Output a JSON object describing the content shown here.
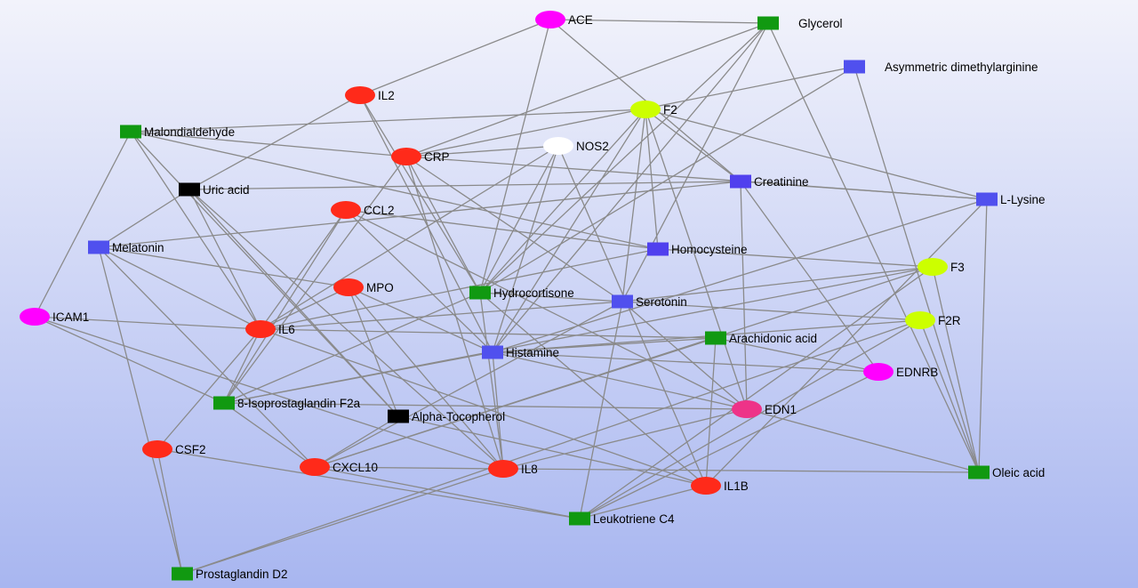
{
  "network": {
    "nodes": [
      {
        "id": "ACE",
        "label": "ACE",
        "shape": "circle",
        "color": "#ff00ff"
      },
      {
        "id": "Glycerol",
        "label": "Glycerol",
        "shape": "square",
        "color": "#119911"
      },
      {
        "id": "ADMA",
        "label": "Asymmetric dimethylarginine",
        "shape": "square",
        "color": "#5050ee"
      },
      {
        "id": "IL2",
        "label": "IL2",
        "shape": "circle",
        "color": "#ff2a1a"
      },
      {
        "id": "F2",
        "label": "F2",
        "shape": "circle",
        "color": "#ccff00"
      },
      {
        "id": "Malondialdehyde",
        "label": "Malondialdehyde",
        "shape": "square",
        "color": "#119911"
      },
      {
        "id": "NOS2",
        "label": "NOS2",
        "shape": "circle",
        "color": "#ffffff"
      },
      {
        "id": "CRP",
        "label": "CRP",
        "shape": "circle",
        "color": "#ff2a1a"
      },
      {
        "id": "UricAcid",
        "label": "Uric acid",
        "shape": "square",
        "color": "#000000"
      },
      {
        "id": "Creatinine",
        "label": "Creatinine",
        "shape": "square",
        "color": "#5040ee"
      },
      {
        "id": "LLysine",
        "label": "L-Lysine",
        "shape": "square",
        "color": "#5050ee"
      },
      {
        "id": "CCL2",
        "label": "CCL2",
        "shape": "circle",
        "color": "#ff2a1a"
      },
      {
        "id": "Melatonin",
        "label": "Melatonin",
        "shape": "square",
        "color": "#5050ee"
      },
      {
        "id": "Homocysteine",
        "label": "Homocysteine",
        "shape": "square",
        "color": "#5040ee"
      },
      {
        "id": "F3",
        "label": "F3",
        "shape": "circle",
        "color": "#ccff00"
      },
      {
        "id": "MPO",
        "label": "MPO",
        "shape": "circle",
        "color": "#ff2a1a"
      },
      {
        "id": "Hydrocortisone",
        "label": "Hydrocortisone",
        "shape": "square",
        "color": "#119911"
      },
      {
        "id": "Serotonin",
        "label": "Serotonin",
        "shape": "square",
        "color": "#5050ee"
      },
      {
        "id": "ICAM1",
        "label": "ICAM1",
        "shape": "circle",
        "color": "#ff00ff"
      },
      {
        "id": "F2R",
        "label": "F2R",
        "shape": "circle",
        "color": "#ccff00"
      },
      {
        "id": "IL6",
        "label": "IL6",
        "shape": "circle",
        "color": "#ff2a1a"
      },
      {
        "id": "ArachidonicAcid",
        "label": "Arachidonic acid",
        "shape": "square",
        "color": "#119911"
      },
      {
        "id": "Histamine",
        "label": "Histamine",
        "shape": "square",
        "color": "#5050ee"
      },
      {
        "id": "EDNRB",
        "label": "EDNRB",
        "shape": "circle",
        "color": "#ff00ff"
      },
      {
        "id": "Isoprostaglandin",
        "label": "8-Isoprostaglandin F2a",
        "shape": "square",
        "color": "#119911"
      },
      {
        "id": "EDN1",
        "label": "EDN1",
        "shape": "circle",
        "color": "#ee3388"
      },
      {
        "id": "AlphaTocopherol",
        "label": "Alpha-Tocopherol",
        "shape": "square",
        "color": "#000000"
      },
      {
        "id": "CSF2",
        "label": "CSF2",
        "shape": "circle",
        "color": "#ff2a1a"
      },
      {
        "id": "CXCL10",
        "label": "CXCL10",
        "shape": "circle",
        "color": "#ff2a1a"
      },
      {
        "id": "IL8",
        "label": "IL8",
        "shape": "circle",
        "color": "#ff2a1a"
      },
      {
        "id": "OleicAcid",
        "label": "Oleic acid",
        "shape": "square",
        "color": "#119911"
      },
      {
        "id": "IL1B",
        "label": "IL1B",
        "shape": "circle",
        "color": "#ff2a1a"
      },
      {
        "id": "LeukotrieneC4",
        "label": "Leukotriene C4",
        "shape": "square",
        "color": "#119911"
      },
      {
        "id": "ProstaglandinD2",
        "label": "Prostaglandin D2",
        "shape": "square",
        "color": "#119911"
      }
    ],
    "edges": [
      [
        "ACE",
        "Glycerol"
      ],
      [
        "ACE",
        "Hydrocortisone"
      ],
      [
        "ACE",
        "Creatinine"
      ],
      [
        "ACE",
        "IL2"
      ],
      [
        "Glycerol",
        "CRP"
      ],
      [
        "Glycerol",
        "Hydrocortisone"
      ],
      [
        "Glycerol",
        "OleicAcid"
      ],
      [
        "Glycerol",
        "Histamine"
      ],
      [
        "Glycerol",
        "Serotonin"
      ],
      [
        "ADMA",
        "CRP"
      ],
      [
        "ADMA",
        "Hydrocortisone"
      ],
      [
        "ADMA",
        "OleicAcid"
      ],
      [
        "IL2",
        "Hydrocortisone"
      ],
      [
        "IL2",
        "UricAcid"
      ],
      [
        "IL2",
        "Histamine"
      ],
      [
        "F2",
        "Malondialdehyde"
      ],
      [
        "F2",
        "LLysine"
      ],
      [
        "F2",
        "Creatinine"
      ],
      [
        "F2",
        "Histamine"
      ],
      [
        "F2",
        "Hydrocortisone"
      ],
      [
        "F2",
        "Serotonin"
      ],
      [
        "F2",
        "Homocysteine"
      ],
      [
        "F2",
        "EDN1"
      ],
      [
        "Malondialdehyde",
        "ICAM1"
      ],
      [
        "Malondialdehyde",
        "CRP"
      ],
      [
        "Malondialdehyde",
        "IL6"
      ],
      [
        "Malondialdehyde",
        "Homocysteine"
      ],
      [
        "Malondialdehyde",
        "AlphaTocopherol"
      ],
      [
        "NOS2",
        "CRP"
      ],
      [
        "NOS2",
        "Histamine"
      ],
      [
        "NOS2",
        "Hydrocortisone"
      ],
      [
        "NOS2",
        "IL1B"
      ],
      [
        "NOS2",
        "IL6"
      ],
      [
        "CRP",
        "IL8"
      ],
      [
        "CRP",
        "Hydrocortisone"
      ],
      [
        "CRP",
        "Isoprostaglandin"
      ],
      [
        "CRP",
        "LLysine"
      ],
      [
        "CRP",
        "Serotonin"
      ],
      [
        "UricAcid",
        "Melatonin"
      ],
      [
        "UricAcid",
        "Creatinine"
      ],
      [
        "UricAcid",
        "IL8"
      ],
      [
        "UricAcid",
        "AlphaTocopherol"
      ],
      [
        "UricAcid",
        "IL6"
      ],
      [
        "Creatinine",
        "EDN1"
      ],
      [
        "Creatinine",
        "EDNRB"
      ],
      [
        "Creatinine",
        "Melatonin"
      ],
      [
        "Creatinine",
        "LLysine"
      ],
      [
        "LLysine",
        "OleicAcid"
      ],
      [
        "LLysine",
        "IL1B"
      ],
      [
        "LLysine",
        "Histamine"
      ],
      [
        "CCL2",
        "Homocysteine"
      ],
      [
        "CCL2",
        "IL6"
      ],
      [
        "CCL2",
        "Histamine"
      ],
      [
        "CCL2",
        "Isoprostaglandin"
      ],
      [
        "CCL2",
        "EDN1"
      ],
      [
        "Melatonin",
        "MPO"
      ],
      [
        "Melatonin",
        "IL6"
      ],
      [
        "Melatonin",
        "ProstaglandinD2"
      ],
      [
        "Melatonin",
        "CXCL10"
      ],
      [
        "Homocysteine",
        "F3"
      ],
      [
        "Homocysteine",
        "IL6"
      ],
      [
        "F3",
        "Serotonin"
      ],
      [
        "F3",
        "Isoprostaglandin"
      ],
      [
        "F3",
        "CXCL10"
      ],
      [
        "F3",
        "LeukotrieneC4"
      ],
      [
        "F3",
        "OleicAcid"
      ],
      [
        "MPO",
        "Histamine"
      ],
      [
        "MPO",
        "AlphaTocopherol"
      ],
      [
        "MPO",
        "IL8"
      ],
      [
        "MPO",
        "IL6"
      ],
      [
        "Hydrocortisone",
        "IL1B"
      ],
      [
        "Hydrocortisone",
        "Isoprostaglandin"
      ],
      [
        "Hydrocortisone",
        "F2R"
      ],
      [
        "Hydrocortisone",
        "IL8"
      ],
      [
        "Serotonin",
        "IL6"
      ],
      [
        "Serotonin",
        "EDN1"
      ],
      [
        "Serotonin",
        "LeukotrieneC4"
      ],
      [
        "Serotonin",
        "CXCL10"
      ],
      [
        "ICAM1",
        "IL6"
      ],
      [
        "ICAM1",
        "IL8"
      ],
      [
        "ICAM1",
        "Isoprostaglandin"
      ],
      [
        "F2R",
        "Histamine"
      ],
      [
        "F2R",
        "LeukotrieneC4"
      ],
      [
        "F2R",
        "ProstaglandinD2"
      ],
      [
        "F2R",
        "OleicAcid"
      ],
      [
        "IL6",
        "ArachidonicAcid"
      ],
      [
        "IL6",
        "Isoprostaglandin"
      ],
      [
        "IL6",
        "IL1B"
      ],
      [
        "IL6",
        "CSF2"
      ],
      [
        "ArachidonicAcid",
        "IL1B"
      ],
      [
        "ArachidonicAcid",
        "Histamine"
      ],
      [
        "ArachidonicAcid",
        "CXCL10"
      ],
      [
        "Histamine",
        "EDNRB"
      ],
      [
        "Histamine",
        "IL8"
      ],
      [
        "Histamine",
        "Isoprostaglandin"
      ],
      [
        "Histamine",
        "EDN1"
      ],
      [
        "EDNRB",
        "LeukotrieneC4"
      ],
      [
        "EDNRB",
        "ArachidonicAcid"
      ],
      [
        "Isoprostaglandin",
        "EDN1"
      ],
      [
        "Isoprostaglandin",
        "CXCL10"
      ],
      [
        "EDN1",
        "OleicAcid"
      ],
      [
        "EDN1",
        "IL8"
      ],
      [
        "AlphaTocopherol",
        "IL1B"
      ],
      [
        "AlphaTocopherol",
        "CXCL10"
      ],
      [
        "CSF2",
        "ProstaglandinD2"
      ],
      [
        "CSF2",
        "LeukotrieneC4"
      ],
      [
        "CXCL10",
        "IL8"
      ],
      [
        "CXCL10",
        "LeukotrieneC4"
      ],
      [
        "IL8",
        "OleicAcid"
      ],
      [
        "IL8",
        "ProstaglandinD2"
      ],
      [
        "IL1B",
        "LeukotrieneC4"
      ]
    ]
  },
  "colors": {
    "background_top": "#f2f3fb",
    "background_bottom": "#a8b6f0",
    "edge": "#8a8a8a",
    "label": "#000000"
  }
}
